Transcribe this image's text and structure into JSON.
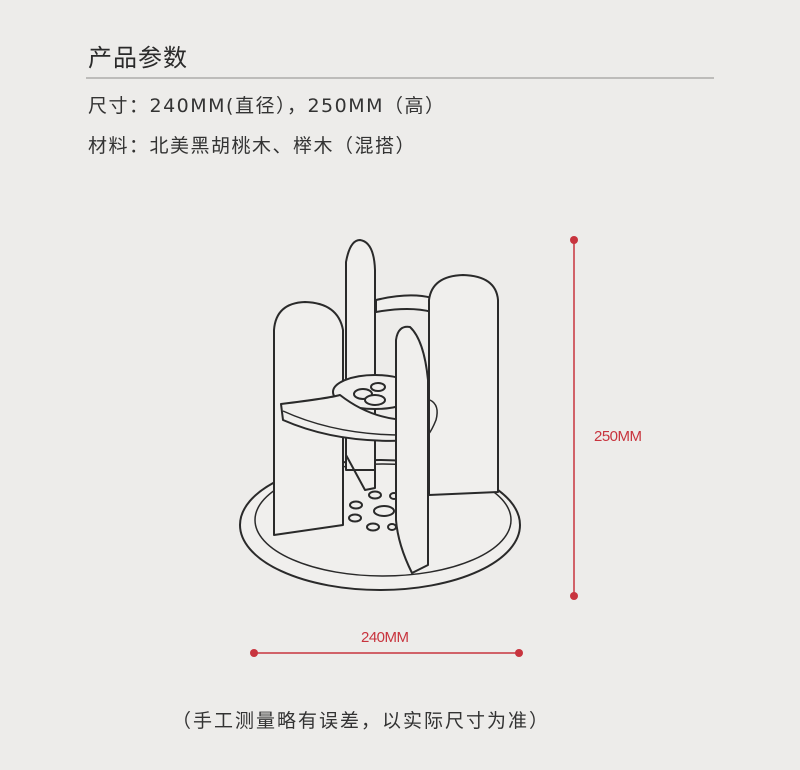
{
  "header": {
    "title": "产品参数"
  },
  "specs": {
    "size": "尺寸：240MM(直径），250MM（高）",
    "material": "材料：北美黑胡桃木、榉木（混搭）"
  },
  "dimensions": {
    "height_label": "250MM",
    "width_label": "240MM",
    "accent_color": "#c8343e"
  },
  "footer": {
    "note": "（手工测量略有误差，以实际尺寸为准）"
  }
}
